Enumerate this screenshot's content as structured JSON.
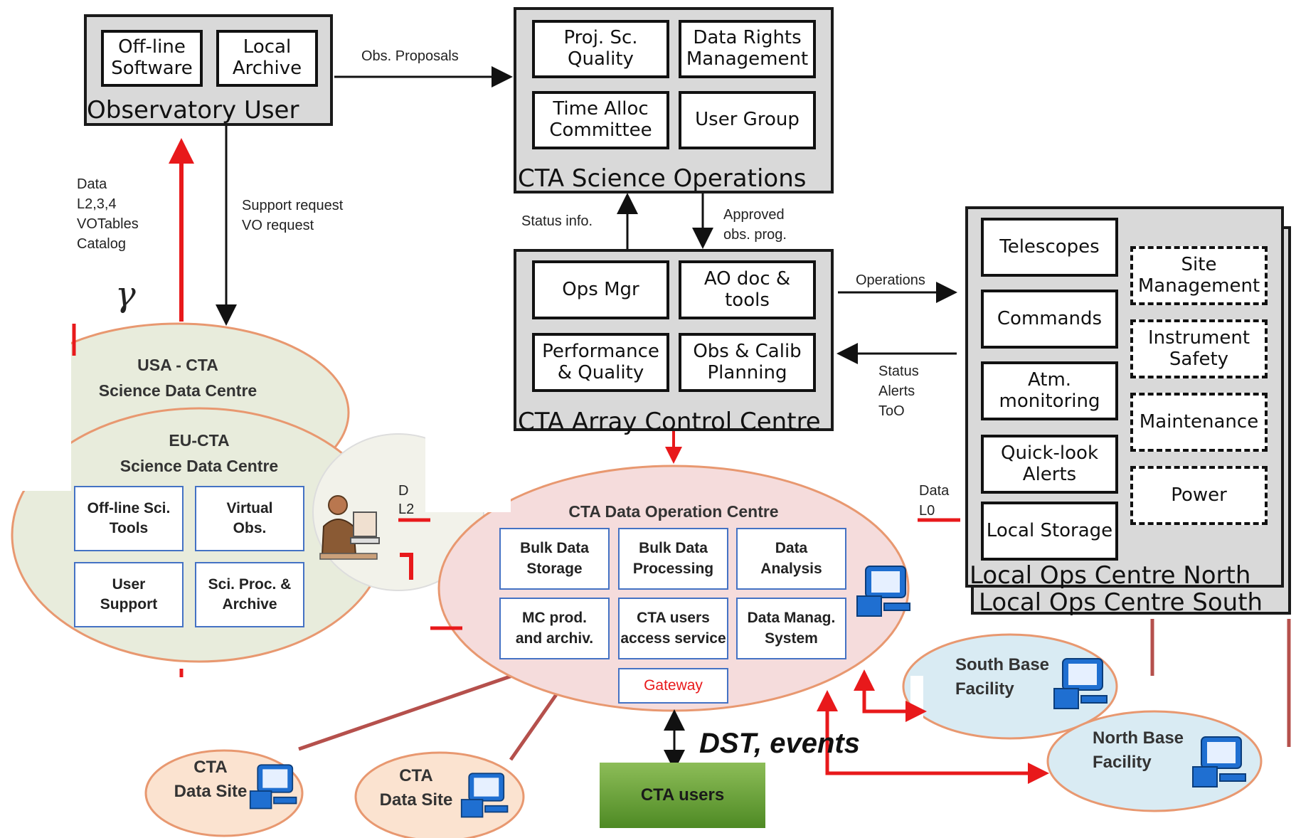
{
  "observatory_user": {
    "title": "Observatory User",
    "boxes": [
      "Off-line\nSoftware",
      "Local\nArchive"
    ]
  },
  "science_ops": {
    "title": "CTA Science Operations",
    "boxes": [
      "Proj. Sc.\nQuality",
      "Data Rights\nManagement",
      "Time Alloc\nCommittee",
      "User Group"
    ]
  },
  "array_control": {
    "title": "CTA Array Control Centre",
    "boxes": [
      "Ops Mgr",
      "AO doc &\ntools",
      "Performance\n& Quality",
      "Obs & Calib\nPlanning"
    ]
  },
  "local_ops": {
    "title_north": "Local Ops Centre North",
    "title_south": "Local Ops Centre South",
    "left_boxes": [
      "Telescopes",
      "Commands",
      "Atm.\nmonitoring",
      "Quick-look\nAlerts",
      "Local Storage"
    ],
    "right_boxes": [
      "Site\nManagement",
      "Instrument\nSafety",
      "Maintenance",
      "Power"
    ]
  },
  "usa_centre": {
    "title": "USA - CTA\nScience Data Centre"
  },
  "eu_centre": {
    "title": "EU-CTA\nScience Data Centre",
    "cells": [
      "Off-line Sci.\nTools",
      "Virtual\nObs.",
      "User\nSupport",
      "Sci. Proc. &\nArchive"
    ]
  },
  "data_op_centre": {
    "title": "CTA Data Operation Centre",
    "cells": [
      "Bulk Data\nStorage",
      "Bulk Data\nProcessing",
      "Data\nAnalysis",
      "MC prod.\nand archiv.",
      "CTA users\naccess service",
      "Data Manag.\nSystem"
    ],
    "gateway": "Gateway"
  },
  "sites": {
    "data_site_1": "CTA\nData Site",
    "data_site_2": "CTA\nData Site",
    "south_base": "South Base\nFacility",
    "north_base": "North Base\nFacility",
    "cta_users": "CTA users"
  },
  "labels": {
    "obs_proposals": "Obs. Proposals",
    "data_levels": "Data\nL2,3,4\nVOTables\nCatalog",
    "support_request": "Support request\nVO request",
    "gamma": "γ",
    "status_info": "Status info.",
    "approved": "Approved\nobs. prog.",
    "operations": "Operations",
    "status_alerts": "Status\nAlerts\nToO",
    "data_l0": "Data\nL0",
    "dst_events": "DST, events",
    "partial_d": "D",
    "partial_l2": "L2"
  },
  "colors": {
    "panel_bg": "#d9d9d9",
    "red_arrow": "#e8191b",
    "ellipse_green": "#e8ecdc",
    "ellipse_pink": "#f5dcdc",
    "ellipse_orange": "#fbe3d0",
    "ellipse_blue": "#d9ebf3",
    "cta_users_green": "#6aa33a",
    "cell_border": "#4472c4"
  },
  "icons": [
    "person-at-computer-icon",
    "computer-icon"
  ]
}
